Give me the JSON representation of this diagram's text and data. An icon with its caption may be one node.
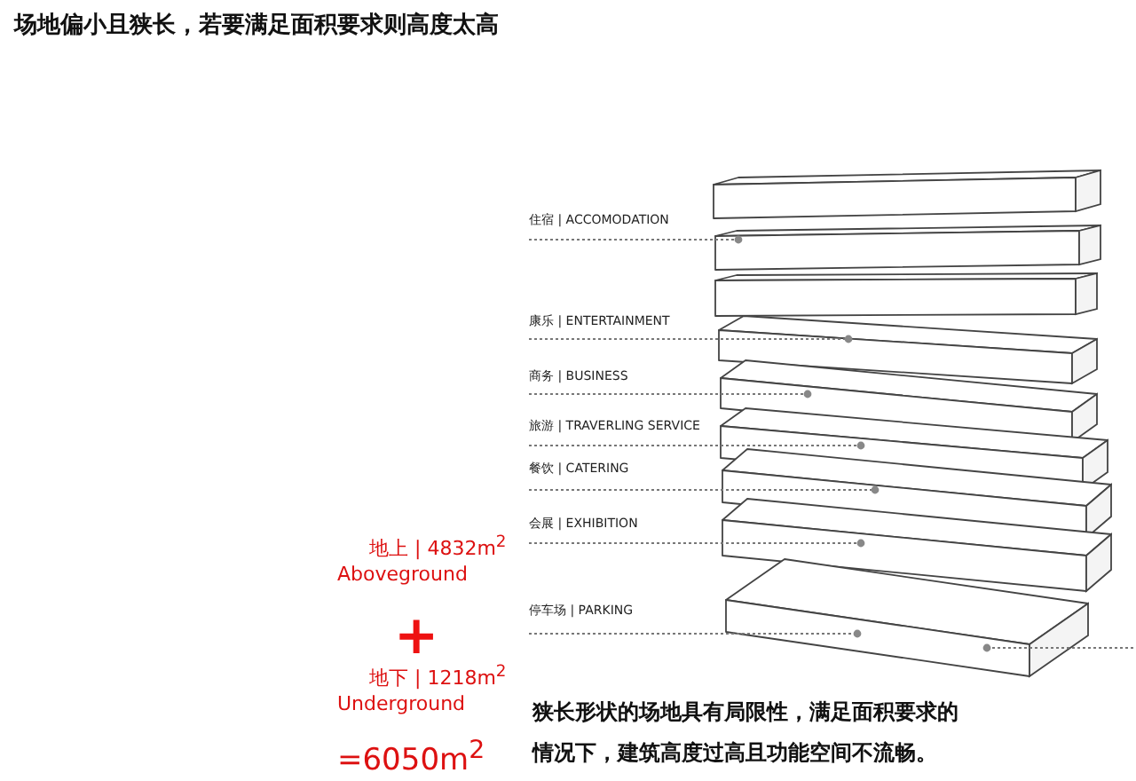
{
  "diagram": {
    "title": "场地偏小且狭长，若要满足面积要求则高度太高",
    "nodes": [
      {
        "text": [
          "住宿 | ACCOMODATION"
        ]
      },
      {
        "text": [
          "康乐 | ENTERTAINMENT"
        ]
      },
      {
        "text": [
          "商务 | BUSINESS"
        ]
      },
      {
        "text": [
          "旅游 | TRAVERLING SERVICE"
        ]
      },
      {
        "text": [
          "餐饮 | CATERING"
        ]
      },
      {
        "text": [
          "会展 | EXHIBITION"
        ]
      },
      {
        "text": [
          "停车场 | PARKING"
        ]
      },
      {
        "text": [],
        "shape": "box"
      },
      {
        "text": [],
        "shape": "box"
      },
      {
        "text": [],
        "shape": "box"
      },
      {
        "text": [],
        "shape": "box"
      },
      {
        "text": [],
        "shape": "box"
      },
      {
        "text": [],
        "shape": "box"
      },
      {
        "text": [],
        "shape": "box"
      },
      {
        "text": [],
        "shape": "box"
      },
      {
        "text": [],
        "shape": "box"
      }
    ],
    "edges": [
      {
        "from": 0,
        "to": 8,
        "arrow": "other",
        "style": "dashed"
      },
      {
        "from": 1,
        "to": 10,
        "arrow": "other",
        "style": "dashed"
      },
      {
        "from": 2,
        "to": 11,
        "arrow": "other",
        "style": "dashed"
      },
      {
        "from": 3,
        "to": 12,
        "arrow": "other",
        "style": "dashed"
      },
      {
        "from": 4,
        "to": 13,
        "arrow": "other",
        "style": "dashed"
      },
      {
        "from": 5,
        "to": 14,
        "arrow": "other",
        "style": "dashed"
      },
      {
        "from": 6,
        "to": 15,
        "arrow": "other",
        "style": "dashed"
      },
      {
        "from": 15,
        "to": null,
        "arrow": "other",
        "style": "dashed"
      }
    ],
    "labels": [
      "地上 | 4832m$^{2}$",
      "Aboveground",
      "+",
      "地下 | 1218m$^{2}$",
      "Underground",
      "=6050m$^{2}$",
      "狭长形状的场地具有局限性，满足面积要求的情况下，建筑高度过高且功能空间不流畅。"
    ]
  }
}
